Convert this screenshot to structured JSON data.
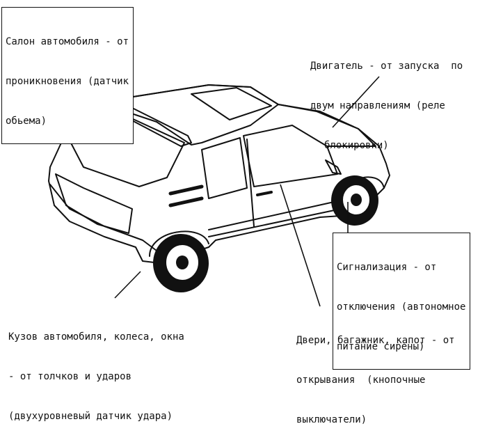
{
  "labels": {
    "cabin": {
      "lines": [
        "Салон автомобиля - от",
        "проникновения (датчик",
        "обьема)"
      ]
    },
    "engine": {
      "lines": [
        "Двигатель - от запуска  по",
        "двум направлениям (реле",
        "блокировки)"
      ]
    },
    "alarm": {
      "lines": [
        "Сигнализация - от",
        "отключения (автономное",
        "питание сирены)"
      ]
    },
    "body": {
      "lines": [
        "Кузов автомобиля, колеса, окна",
        "- от толчков и ударов",
        "(двухуровневый датчик удара)"
      ]
    },
    "doors": {
      "lines": [
        "Двери, багажник, капот - от",
        "открывания  (кнопочные",
        "выключатели)"
      ]
    }
  },
  "colors": {
    "ink": "#111111",
    "paper": "#ffffff"
  }
}
